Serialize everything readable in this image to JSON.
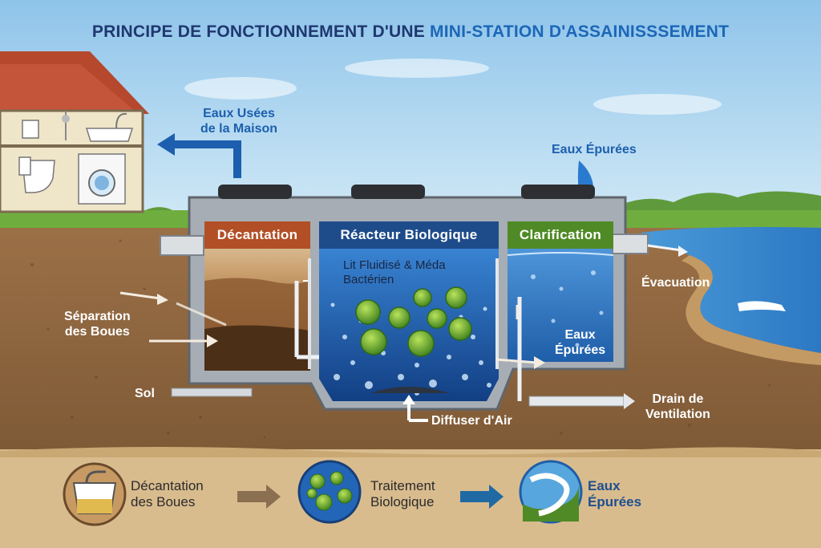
{
  "title": {
    "part1": "PRINCIPE DE FONCTIONNEMENT D'UNE",
    "part2": "MINI-STATION D'ASSAINISSSEMENT"
  },
  "labels": {
    "house_inflow_line1": "Eaux Usées",
    "house_inflow_line2": "de la Maison",
    "treated_out_top": "Eaux Épurées",
    "decantation": "Décantation",
    "bio_reactor": "Réacteur Biologique",
    "clarification": "Clarification",
    "bed_media_line1": "Lit Fluidisé & Méda",
    "bed_media_line2": "Bactérien",
    "sludge_sep_line1": "Séparation",
    "sludge_sep_line2": "des Boues",
    "treated_in_tank_line1": "Eaux",
    "treated_in_tank_line2": "Épurées",
    "evacuation": "Évacuation",
    "soil": "Sol",
    "air_diffuser": "Diffuser d'Air",
    "vent_drain_line1": "Drain de",
    "vent_drain_line2": "Ventilation"
  },
  "steps": [
    {
      "line1": "Décantation",
      "line2": "des Boues",
      "icon": "decanter-bowl-icon"
    },
    {
      "line1": "Traitement",
      "line2": "Biologique",
      "icon": "biomass-icon"
    },
    {
      "line1": "Eaux",
      "line2": "Épurées",
      "icon": "river-icon"
    }
  ],
  "colors": {
    "sky": "#a9d3ee",
    "soil": "#8d6641",
    "decantation": "#b24f26",
    "reactor": "#1e4c8a",
    "clarification": "#4f8a26",
    "water": "#2f7fd0",
    "title_dark": "#1f3870",
    "title_blue": "#1c67b7"
  }
}
